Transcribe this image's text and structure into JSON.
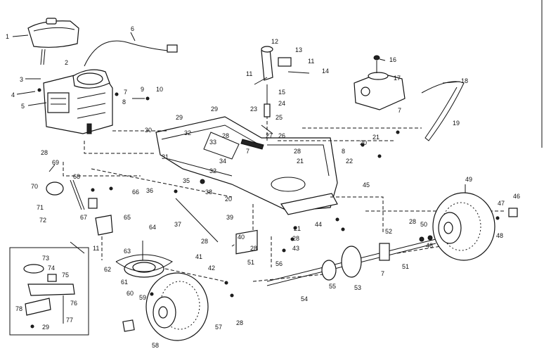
{
  "labels": {
    "l1": "1",
    "l2": "2",
    "l3": "3",
    "l4": "4",
    "l5": "5",
    "l6": "6",
    "l7a": "7",
    "l8": "8",
    "l9": "9",
    "l10": "10",
    "l11a": "11",
    "l11b": "11",
    "l11c": "11",
    "l12": "12",
    "l13": "13",
    "l14": "14",
    "l15": "15",
    "l16": "16",
    "l17": "17",
    "l18": "18",
    "l19": "19",
    "l20a": "20",
    "l20b": "20",
    "l21a": "21",
    "l21b": "21",
    "l21c": "21",
    "l22": "22",
    "l23": "23",
    "l24": "24",
    "l25": "25",
    "l26": "26",
    "l27": "27",
    "l28a": "28",
    "l28b": "28",
    "l28c": "28",
    "l28d": "28",
    "l28e": "28",
    "l28f": "28",
    "l28g": "28",
    "l28h": "28",
    "l29a": "29",
    "l29b": "29",
    "l29c": "29",
    "l30": "30",
    "l31": "31",
    "l32a": "32",
    "l32b": "32",
    "l33": "33",
    "l34": "34",
    "l35": "35",
    "l36": "36",
    "l37": "37",
    "l38": "38",
    "l39": "39",
    "l40": "40",
    "l41": "41",
    "l42": "42",
    "l43": "43",
    "l44": "44",
    "l45": "45",
    "l46": "46",
    "l47": "47",
    "l48a": "48",
    "l48b": "48",
    "l49": "49",
    "l50": "50",
    "l51a": "51",
    "l51b": "51",
    "l52": "52",
    "l53": "53",
    "l54": "54",
    "l55": "55",
    "l56": "56",
    "l57": "57",
    "l58": "58",
    "l59": "59",
    "l60": "60",
    "l61": "61",
    "l62": "62",
    "l63": "63",
    "l64": "64",
    "l65": "65",
    "l66": "66",
    "l67": "67",
    "l68": "68",
    "l69": "69",
    "l70": "70",
    "l71": "71",
    "l72": "72",
    "l73": "73",
    "l74": "74",
    "l75": "75",
    "l76": "76",
    "l77": "77",
    "l78": "78",
    "l7b": "7",
    "l7c": "7",
    "l7d": "7",
    "l8b": "8"
  }
}
